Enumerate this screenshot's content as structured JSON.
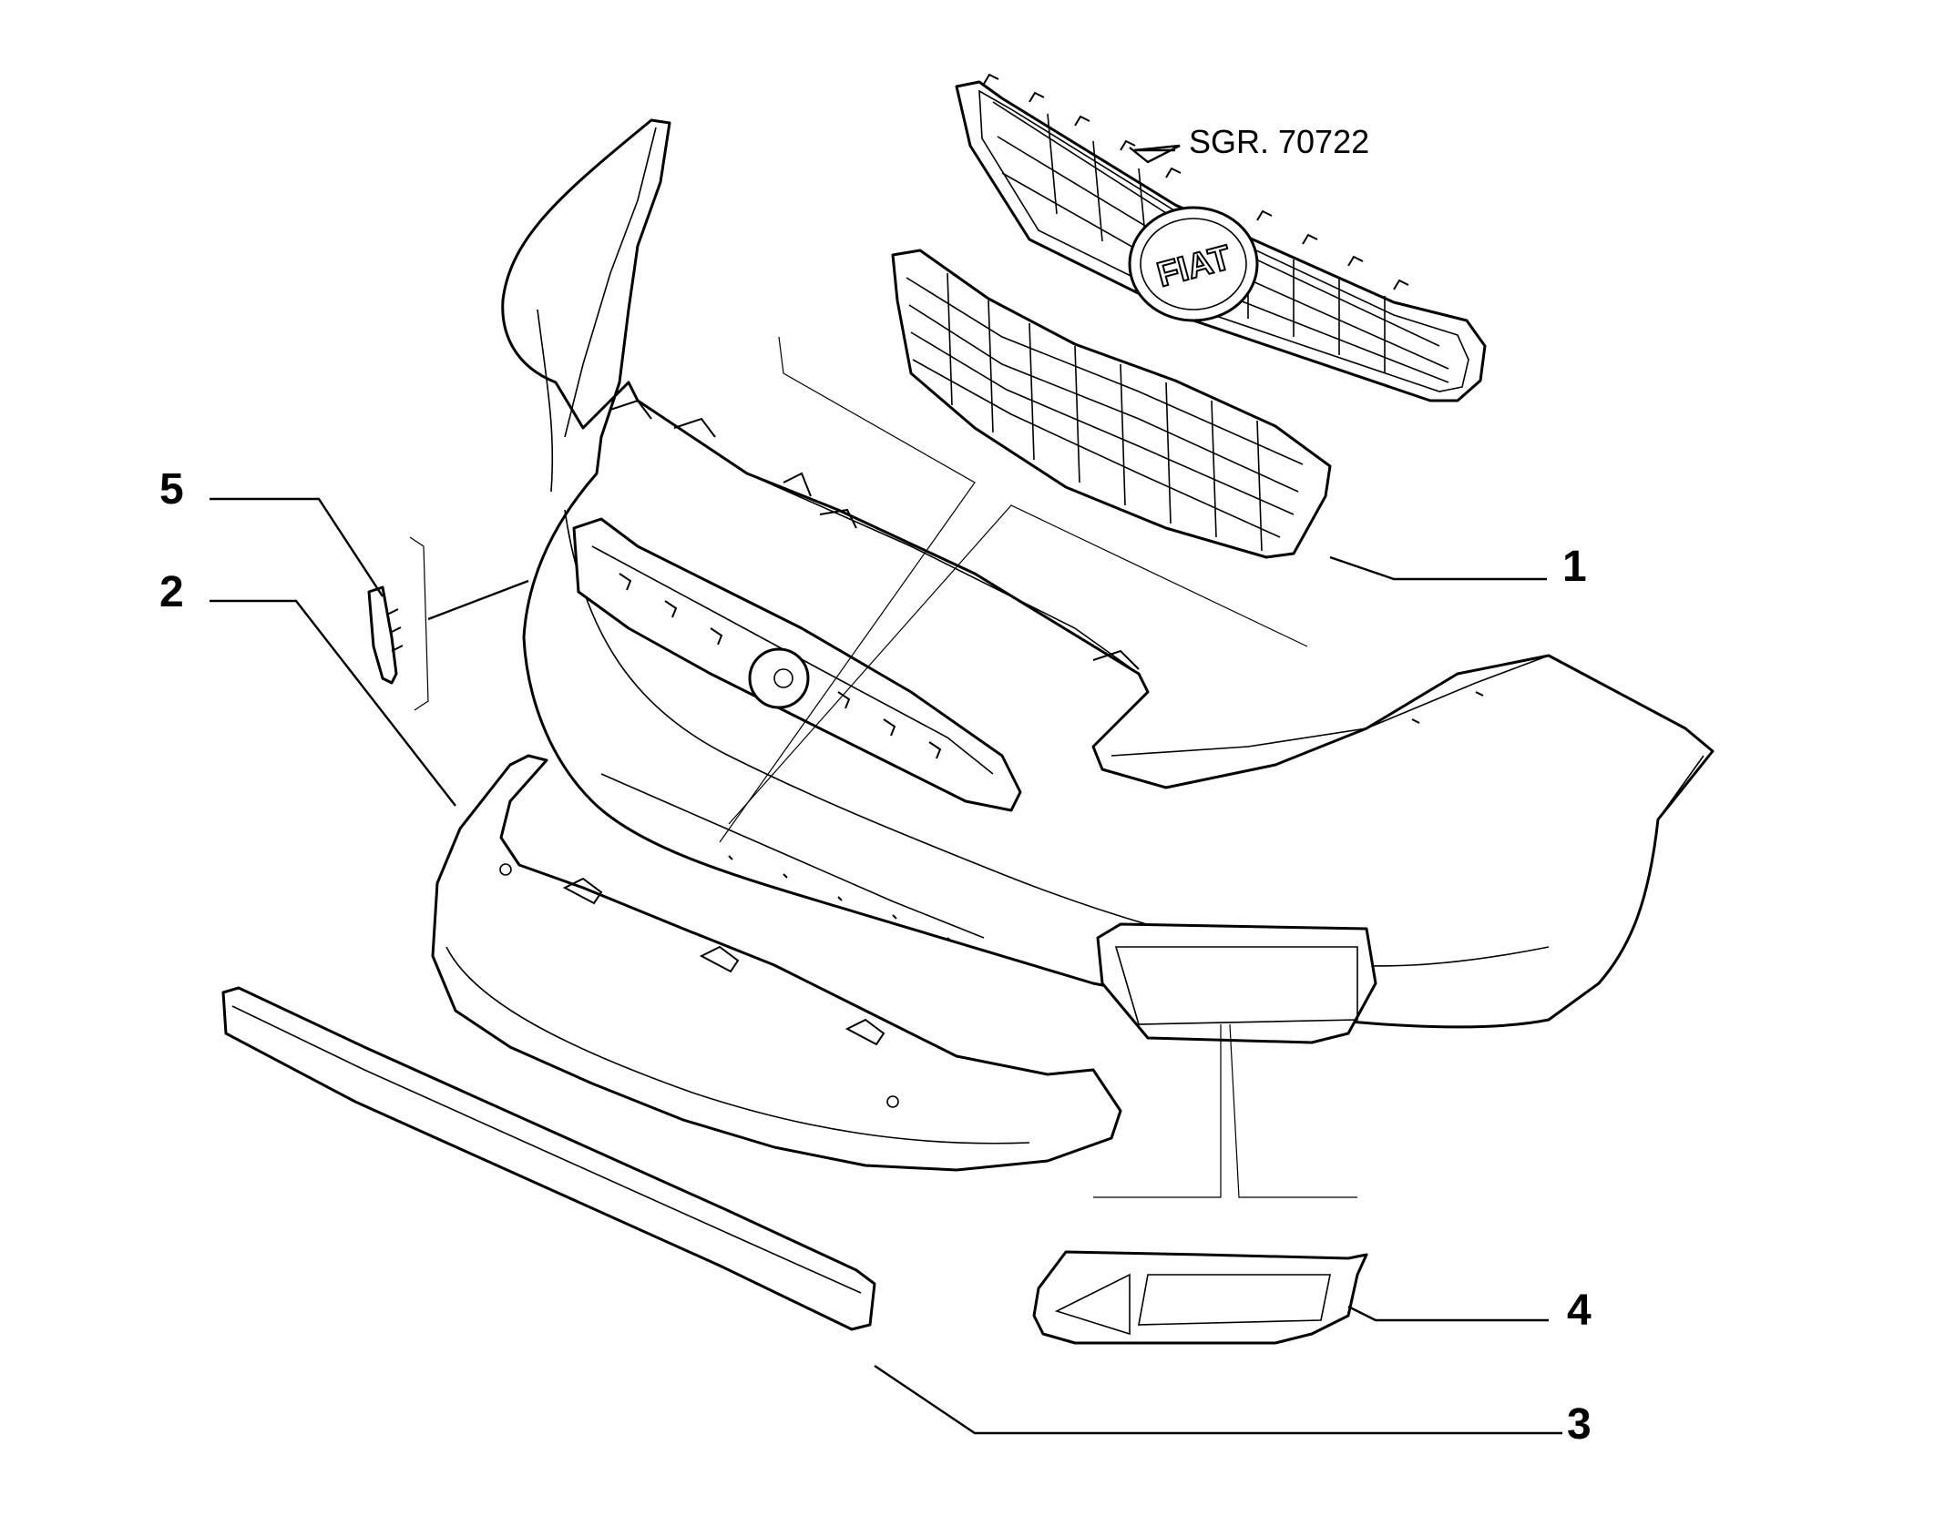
{
  "diagram": {
    "reference_label": "SGR. 70722",
    "callouts": [
      "1",
      "2",
      "3",
      "4",
      "5"
    ],
    "emblem_text": "FIAT"
  }
}
